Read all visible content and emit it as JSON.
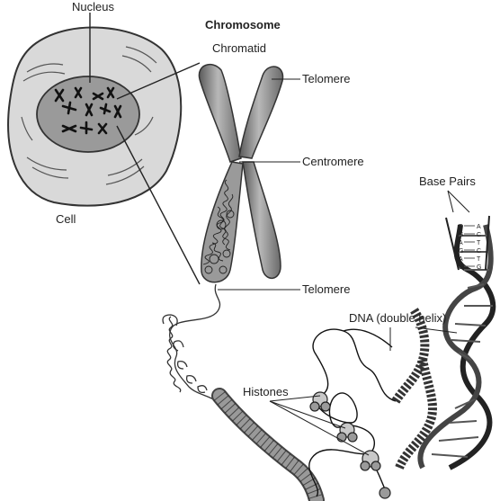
{
  "diagram": {
    "labels": {
      "nucleus": "Nucleus",
      "cell": "Cell",
      "chromosome": "Chromosome",
      "chromatid": "Chromatid",
      "telomere_top": "Telomere",
      "centromere": "Centromere",
      "telomere_bottom": "Telomere",
      "base_pairs": "Base Pairs",
      "dna": "DNA (double helix)",
      "histones": "Histones"
    },
    "base_pair_letters": [
      [
        "T",
        "A"
      ],
      [
        "G",
        "C"
      ],
      [
        "A",
        "T"
      ],
      [
        "G",
        "C"
      ],
      [
        "A",
        "T"
      ],
      [
        "C",
        "G"
      ]
    ]
  }
}
